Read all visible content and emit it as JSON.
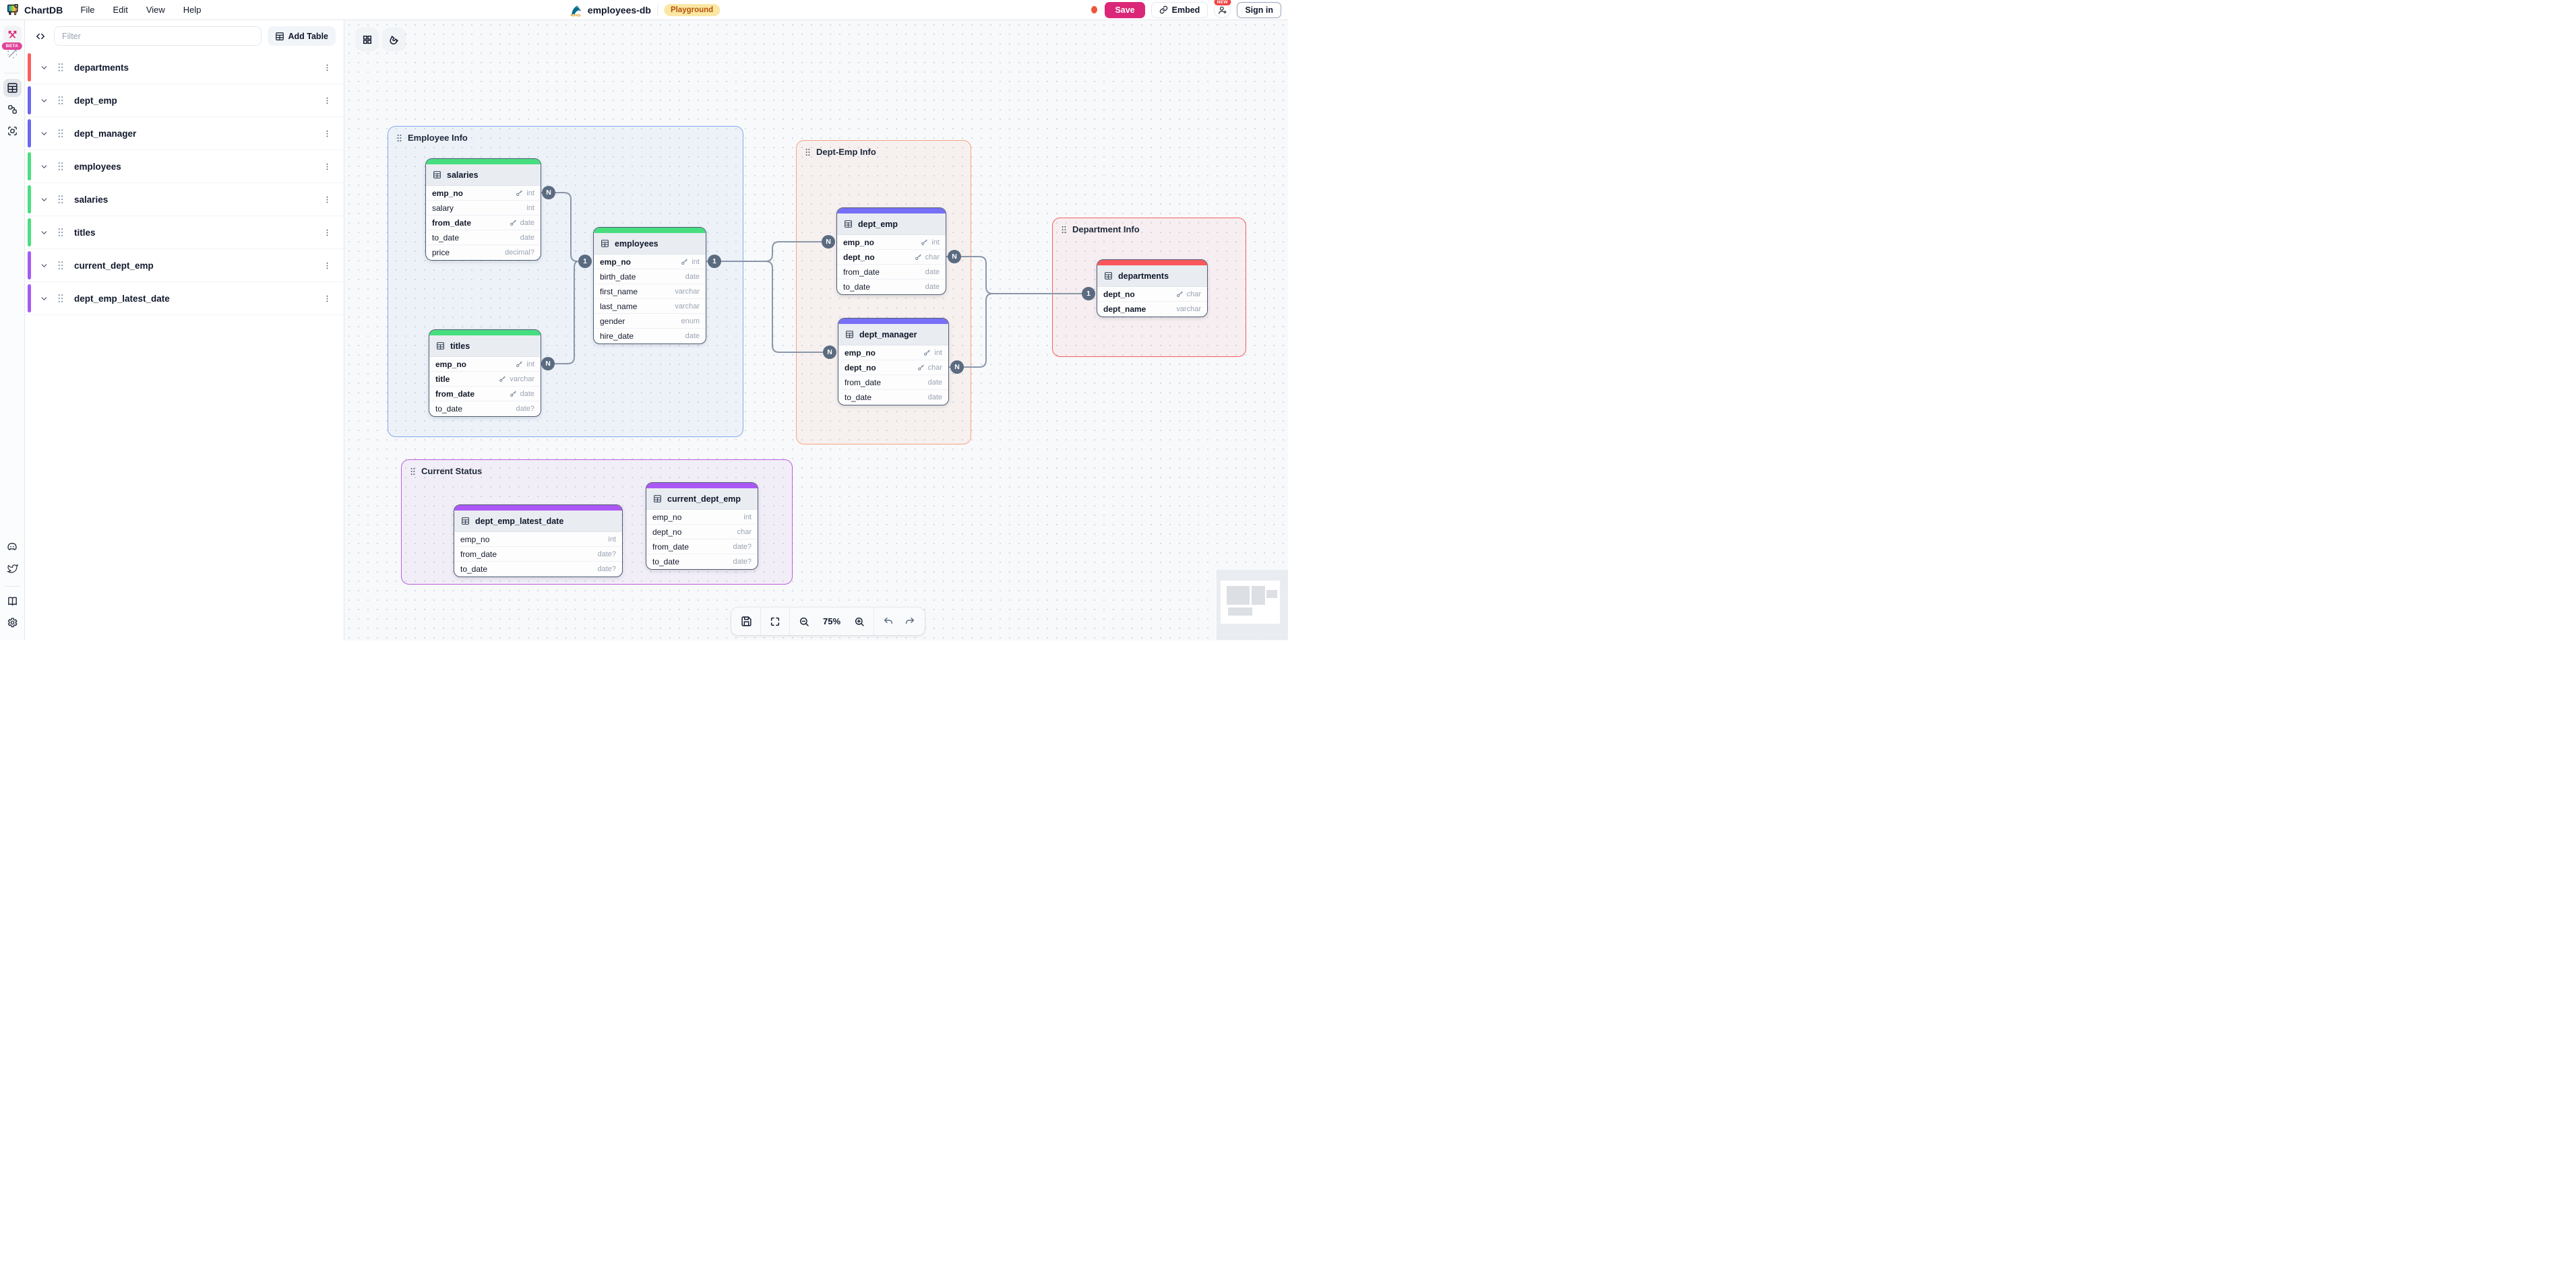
{
  "app": {
    "brand": "ChartDB",
    "menus": [
      "File",
      "Edit",
      "View",
      "Help"
    ],
    "diagram_title": "employees-db",
    "db_type": "MySQL",
    "playground_badge": "Playground",
    "save_label": "Save",
    "embed_label": "Embed",
    "new_badge": "NEW",
    "signin_label": "Sign in",
    "beta_badge": "BETA",
    "accent_color": "#db2777"
  },
  "sidebar": {
    "filter_placeholder": "Filter",
    "add_table_label": "Add Table",
    "tables": [
      {
        "name": "departments",
        "accent": "#fb5e5e"
      },
      {
        "name": "dept_emp",
        "accent": "#6b66f2"
      },
      {
        "name": "dept_manager",
        "accent": "#6b66f2"
      },
      {
        "name": "employees",
        "accent": "#4ade80"
      },
      {
        "name": "salaries",
        "accent": "#4ade80"
      },
      {
        "name": "titles",
        "accent": "#4ade80"
      },
      {
        "name": "current_dept_emp",
        "accent": "#a55af4"
      },
      {
        "name": "dept_emp_latest_date",
        "accent": "#a55af4"
      }
    ]
  },
  "canvas": {
    "groups": [
      {
        "id": "employee-info",
        "title": "Employee Info",
        "border": "#85a8ea",
        "fill": "rgba(133,168,234,0.08)"
      },
      {
        "id": "dept-emp-info",
        "title": "Dept-Emp Info",
        "border": "#f9a286",
        "fill": "rgba(249,162,134,0.10)"
      },
      {
        "id": "department-info",
        "title": "Department Info",
        "border": "#f65d60",
        "fill": "rgba(246,93,96,0.07)"
      },
      {
        "id": "current-status",
        "title": "Current Status",
        "border": "#bb5fd9",
        "fill": "rgba(187,95,217,0.07)"
      }
    ],
    "tables": [
      {
        "id": "salaries",
        "name": "salaries",
        "bar": "#46de7f",
        "fields": [
          {
            "name": "emp_no",
            "type": "int",
            "pk": true
          },
          {
            "name": "salary",
            "type": "int"
          },
          {
            "name": "from_date",
            "type": "date",
            "pk": true
          },
          {
            "name": "to_date",
            "type": "date"
          },
          {
            "name": "price",
            "type": "decimal?"
          }
        ]
      },
      {
        "id": "employees",
        "name": "employees",
        "bar": "#46de7f",
        "fields": [
          {
            "name": "emp_no",
            "type": "int",
            "pk": true
          },
          {
            "name": "birth_date",
            "type": "date"
          },
          {
            "name": "first_name",
            "type": "varchar"
          },
          {
            "name": "last_name",
            "type": "varchar"
          },
          {
            "name": "gender",
            "type": "enum"
          },
          {
            "name": "hire_date",
            "type": "date"
          }
        ]
      },
      {
        "id": "titles",
        "name": "titles",
        "bar": "#46de7f",
        "fields": [
          {
            "name": "emp_no",
            "type": "int",
            "pk": true
          },
          {
            "name": "title",
            "type": "varchar",
            "pk": true
          },
          {
            "name": "from_date",
            "type": "date",
            "pk": true
          },
          {
            "name": "to_date",
            "type": "date?"
          }
        ]
      },
      {
        "id": "dept_emp",
        "name": "dept_emp",
        "bar": "#776ff7",
        "fields": [
          {
            "name": "emp_no",
            "type": "int",
            "pk": true
          },
          {
            "name": "dept_no",
            "type": "char",
            "pk": true
          },
          {
            "name": "from_date",
            "type": "date"
          },
          {
            "name": "to_date",
            "type": "date"
          }
        ]
      },
      {
        "id": "dept_manager",
        "name": "dept_manager",
        "bar": "#776ff7",
        "fields": [
          {
            "name": "emp_no",
            "type": "int",
            "pk": true
          },
          {
            "name": "dept_no",
            "type": "char",
            "pk": true
          },
          {
            "name": "from_date",
            "type": "date"
          },
          {
            "name": "to_date",
            "type": "date"
          }
        ]
      },
      {
        "id": "departments",
        "name": "departments",
        "bar": "#f9575c",
        "fields": [
          {
            "name": "dept_no",
            "type": "char",
            "pk": true
          },
          {
            "name": "dept_name",
            "type": "varchar",
            "bold": true
          }
        ]
      },
      {
        "id": "dept_emp_latest_date",
        "name": "dept_emp_latest_date",
        "bar": "#ab57f5",
        "fields": [
          {
            "name": "emp_no",
            "type": "int"
          },
          {
            "name": "from_date",
            "type": "date?"
          },
          {
            "name": "to_date",
            "type": "date?"
          }
        ]
      },
      {
        "id": "current_dept_emp",
        "name": "current_dept_emp",
        "bar": "#ab57f5",
        "fields": [
          {
            "name": "emp_no",
            "type": "int"
          },
          {
            "name": "dept_no",
            "type": "char"
          },
          {
            "name": "from_date",
            "type": "date?"
          },
          {
            "name": "to_date",
            "type": "date?"
          }
        ]
      }
    ],
    "badges": [
      {
        "id": "b-salaries-empno",
        "label": "N"
      },
      {
        "id": "b-employees-left",
        "label": "1"
      },
      {
        "id": "b-titles-empno",
        "label": "N"
      },
      {
        "id": "b-employees-right",
        "label": "1"
      },
      {
        "id": "b-deptemp-empno",
        "label": "N"
      },
      {
        "id": "b-deptmanager-empno",
        "label": "N"
      },
      {
        "id": "b-deptemp-deptno",
        "label": "N"
      },
      {
        "id": "b-deptmanager-deptno",
        "label": "N"
      },
      {
        "id": "b-departments-deptno",
        "label": "1"
      }
    ]
  },
  "toolbar": {
    "zoom_level": "75%"
  }
}
